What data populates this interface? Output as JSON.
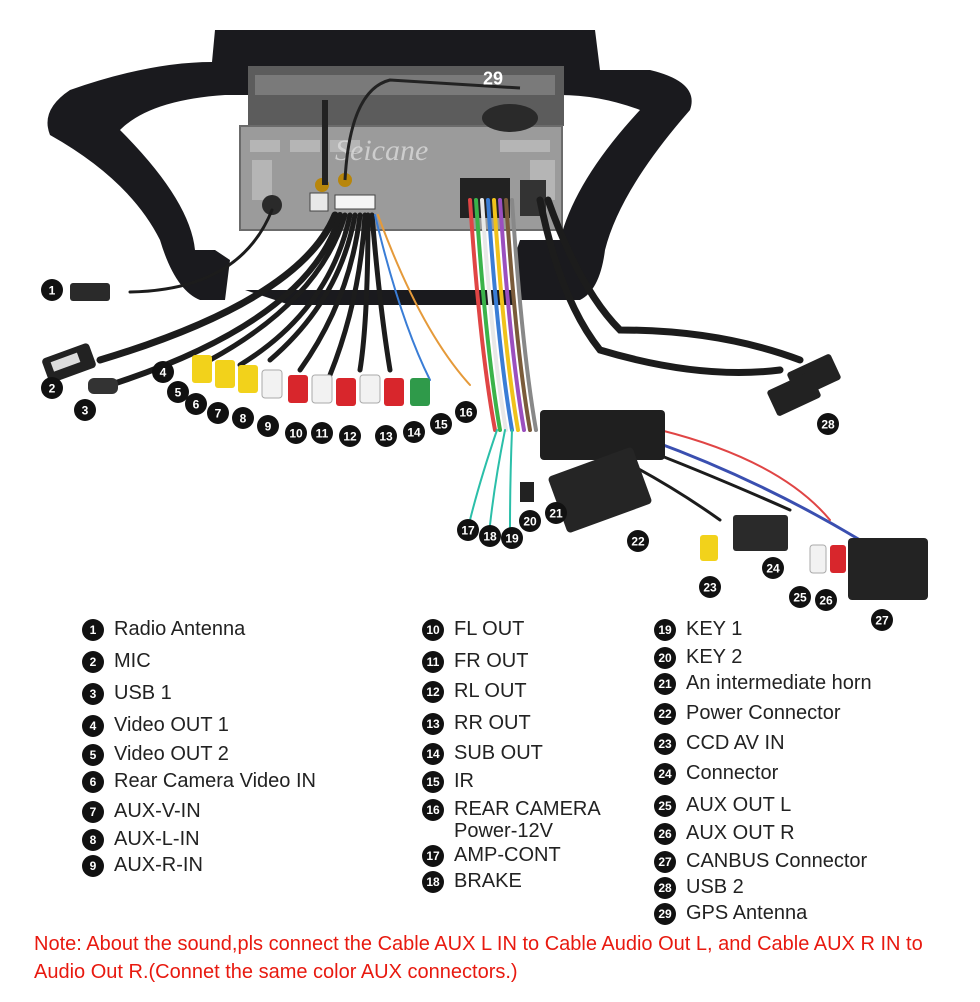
{
  "diagram": {
    "watermark": "Seicane",
    "callouts": [
      "1",
      "2",
      "3",
      "4",
      "5",
      "6",
      "7",
      "8",
      "9",
      "10",
      "11",
      "12",
      "13",
      "14",
      "15",
      "16",
      "17",
      "18",
      "19",
      "20",
      "21",
      "22",
      "23",
      "24",
      "25",
      "26",
      "27",
      "28",
      "29"
    ]
  },
  "legend": {
    "col1": [
      {
        "n": "1",
        "label": "Radio Antenna"
      },
      {
        "n": "2",
        "label": "MIC"
      },
      {
        "n": "3",
        "label": "USB 1"
      },
      {
        "n": "4",
        "label": "Video OUT 1"
      },
      {
        "n": "5",
        "label": "Video OUT 2"
      },
      {
        "n": "6",
        "label": "Rear Camera Video IN"
      },
      {
        "n": "7",
        "label": "AUX-V-IN"
      },
      {
        "n": "8",
        "label": "AUX-L-IN"
      },
      {
        "n": "9",
        "label": "AUX-R-IN"
      }
    ],
    "col2": [
      {
        "n": "10",
        "label": "FL OUT"
      },
      {
        "n": "11",
        "label": "FR OUT"
      },
      {
        "n": "12",
        "label": "RL OUT"
      },
      {
        "n": "13",
        "label": "RR OUT"
      },
      {
        "n": "14",
        "label": "SUB OUT"
      },
      {
        "n": "15",
        "label": "IR"
      },
      {
        "n": "16",
        "label": "REAR CAMERA",
        "label2": "Power-12V"
      },
      {
        "n": "17",
        "label": "AMP-CONT"
      },
      {
        "n": "18",
        "label": "BRAKE"
      }
    ],
    "col3": [
      {
        "n": "19",
        "label": "KEY 1"
      },
      {
        "n": "20",
        "label": "KEY 2"
      },
      {
        "n": "21",
        "label": "An intermediate horn"
      },
      {
        "n": "22",
        "label": "Power Connector"
      },
      {
        "n": "23",
        "label": "CCD AV IN"
      },
      {
        "n": "24",
        "label": "Connector"
      },
      {
        "n": "25",
        "label": "AUX OUT L"
      },
      {
        "n": "26",
        "label": "AUX OUT R"
      },
      {
        "n": "27",
        "label": "CANBUS Connector"
      },
      {
        "n": "28",
        "label": "USB 2"
      },
      {
        "n": "29",
        "label": "GPS Antenna"
      }
    ]
  },
  "note": "Note: About the sound,pls connect the Cable AUX L IN to Cable Audio Out L, and Cable AUX R IN to  Audio Out R.(Connet the same color AUX connectors.)",
  "colors": {
    "frame": "#1a1a1e",
    "chassis": "#9b9b9b",
    "wire": "#1c1c1c",
    "rca_yellow": "#f2d21b",
    "rca_red": "#d8262c",
    "rca_white": "#f2f2f2",
    "rca_green": "#2f9a4a",
    "note": "#e8190f"
  }
}
